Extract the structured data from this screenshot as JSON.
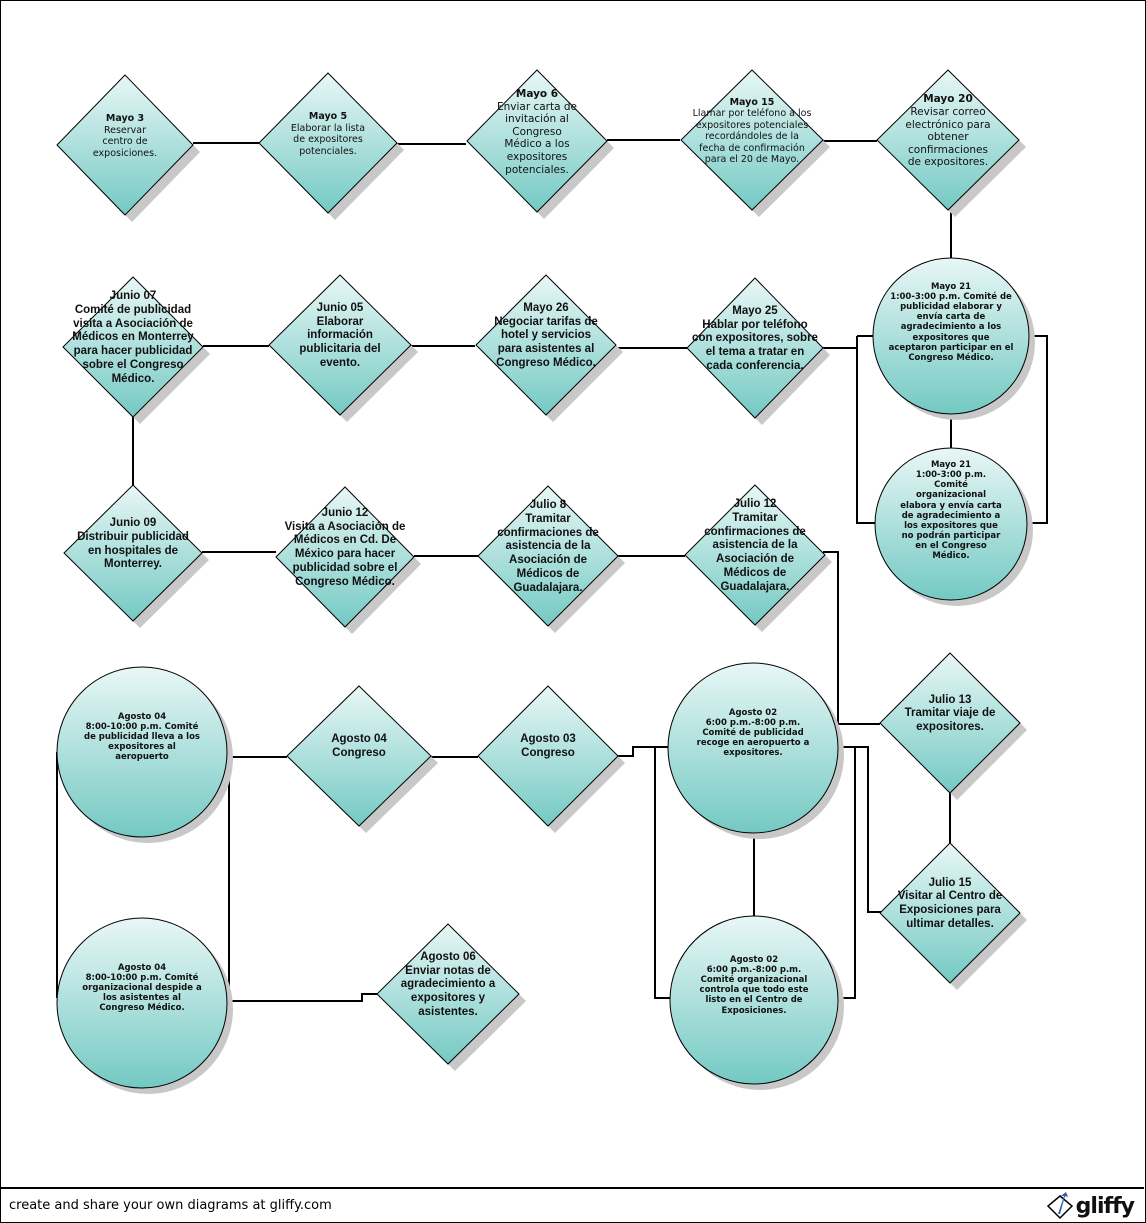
{
  "diagram": {
    "nodes": [
      {
        "shape": "diamond",
        "lines": [
          "Mayo 3",
          "Reservar",
          "centro de",
          "exposiciones."
        ]
      },
      {
        "shape": "diamond",
        "lines": [
          "Mayo 5",
          "Elaborar la lista",
          "de expositores",
          "potenciales."
        ]
      },
      {
        "shape": "diamond",
        "lines": [
          "Mayo 6",
          "Enviar carta de",
          "invitación al",
          "Congreso",
          "Médico a los",
          "expositores",
          "potenciales."
        ]
      },
      {
        "shape": "diamond",
        "lines": [
          "Mayo 15",
          "Llamar por teléfono a los",
          "expositores potenciales",
          "recordándoles de la",
          "fecha de confirmación",
          "para el 20 de Mayo."
        ]
      },
      {
        "shape": "diamond",
        "lines": [
          "Mayo 20",
          "Revisar correo",
          "electrónico para",
          "obtener",
          "confirmaciones",
          "de expositores."
        ]
      },
      {
        "shape": "circle",
        "lines": [
          "Mayo 21",
          "1:00-3:00 p.m. Comité de",
          "publicidad elaborar y",
          "envía carta de",
          "agradecimiento a los",
          "expositores que",
          "aceptaron participar en el",
          "Congreso Médico."
        ]
      },
      {
        "shape": "circle",
        "lines": [
          "Mayo 21",
          "1:00-3:00 p.m.",
          "Comité",
          "organizacional",
          "elabora y envía carta",
          "de agradecimiento a",
          "los expositores que",
          "no podrán participar",
          "en el Congreso",
          "Médico."
        ]
      },
      {
        "shape": "diamond",
        "lines": [
          "Mayo 25",
          "Hablar por teléfono",
          "con expositores, sobre",
          "el tema a tratar en",
          "cada conferencia."
        ]
      },
      {
        "shape": "diamond",
        "lines": [
          "Mayo 26",
          "Negociar tarifas de",
          "hotel y servicios",
          "para asistentes al",
          "Congreso Médico."
        ]
      },
      {
        "shape": "diamond",
        "lines": [
          "Junio 05",
          "Elaborar",
          "información",
          "publicitaria del",
          "evento."
        ]
      },
      {
        "shape": "diamond",
        "lines": [
          "Junio 07",
          "Comité de publicidad",
          "visita a Asociación de",
          "Médicos en Monterrey",
          "para hacer publicidad",
          "sobre el Congreso",
          "Médico."
        ]
      },
      {
        "shape": "diamond",
        "lines": [
          "Junio 09",
          "Distribuir publicidad",
          "en hospitales de",
          "Monterrey."
        ]
      },
      {
        "shape": "diamond",
        "lines": [
          "Junio 12",
          "Visita a Asociación de",
          "Médicos en Cd. De",
          "México para hacer",
          "publicidad sobre el",
          "Congreso Médico."
        ]
      },
      {
        "shape": "diamond",
        "lines": [
          "Julio 8",
          "Tramitar",
          "confirmaciones de",
          "asistencia de la",
          "Asociación de",
          "Médicos de",
          "Guadalajara."
        ]
      },
      {
        "shape": "diamond",
        "lines": [
          "Julio 12",
          "Tramitar",
          "confirmaciones de",
          "asistencia de la",
          "Asociación de",
          "Médicos de",
          "Guadalajara."
        ]
      },
      {
        "shape": "diamond",
        "lines": [
          "Julio 13",
          "Tramitar viaje de",
          "expositores."
        ]
      },
      {
        "shape": "diamond",
        "lines": [
          "Julio 15",
          "Visitar al Centro de",
          "Exposiciones para",
          "ultimar detalles."
        ]
      },
      {
        "shape": "circle",
        "lines": [
          "Agosto 02",
          "6:00 p.m.-8:00 p.m.",
          "Comité de publicidad",
          "recoge en aeropuerto a",
          "expositores."
        ]
      },
      {
        "shape": "circle",
        "lines": [
          "Agosto 02",
          "6:00 p.m.-8:00 p.m.",
          "Comité organizacional",
          "controla que todo este",
          "listo en el Centro de",
          "Exposiciones."
        ]
      },
      {
        "shape": "diamond",
        "lines": [
          "Agosto 03",
          "Congreso"
        ]
      },
      {
        "shape": "diamond",
        "lines": [
          "Agosto 04",
          "Congreso"
        ]
      },
      {
        "shape": "circle",
        "lines": [
          "Agosto 04",
          "8:00-10:00 p.m. Comité",
          "de publicidad lleva a los",
          "expositores al",
          "aeropuerto"
        ]
      },
      {
        "shape": "circle",
        "lines": [
          "Agosto 04",
          "8:00-10:00 p.m. Comité",
          "organizacional despide a",
          "los asistentes al",
          "Congreso Médico."
        ]
      },
      {
        "shape": "diamond",
        "lines": [
          "Agosto 06",
          "Enviar notas de",
          "agradecimiento a",
          "expositores y",
          "asistentes."
        ]
      }
    ]
  },
  "footer": {
    "text": "create and share your own diagrams at gliffy.com",
    "logo": "gliffy"
  },
  "colors": {
    "fill_top": "#e8f7f6",
    "fill_bottom": "#74c9c3",
    "stroke": "#000000",
    "shadow": "#c8c8c8"
  }
}
